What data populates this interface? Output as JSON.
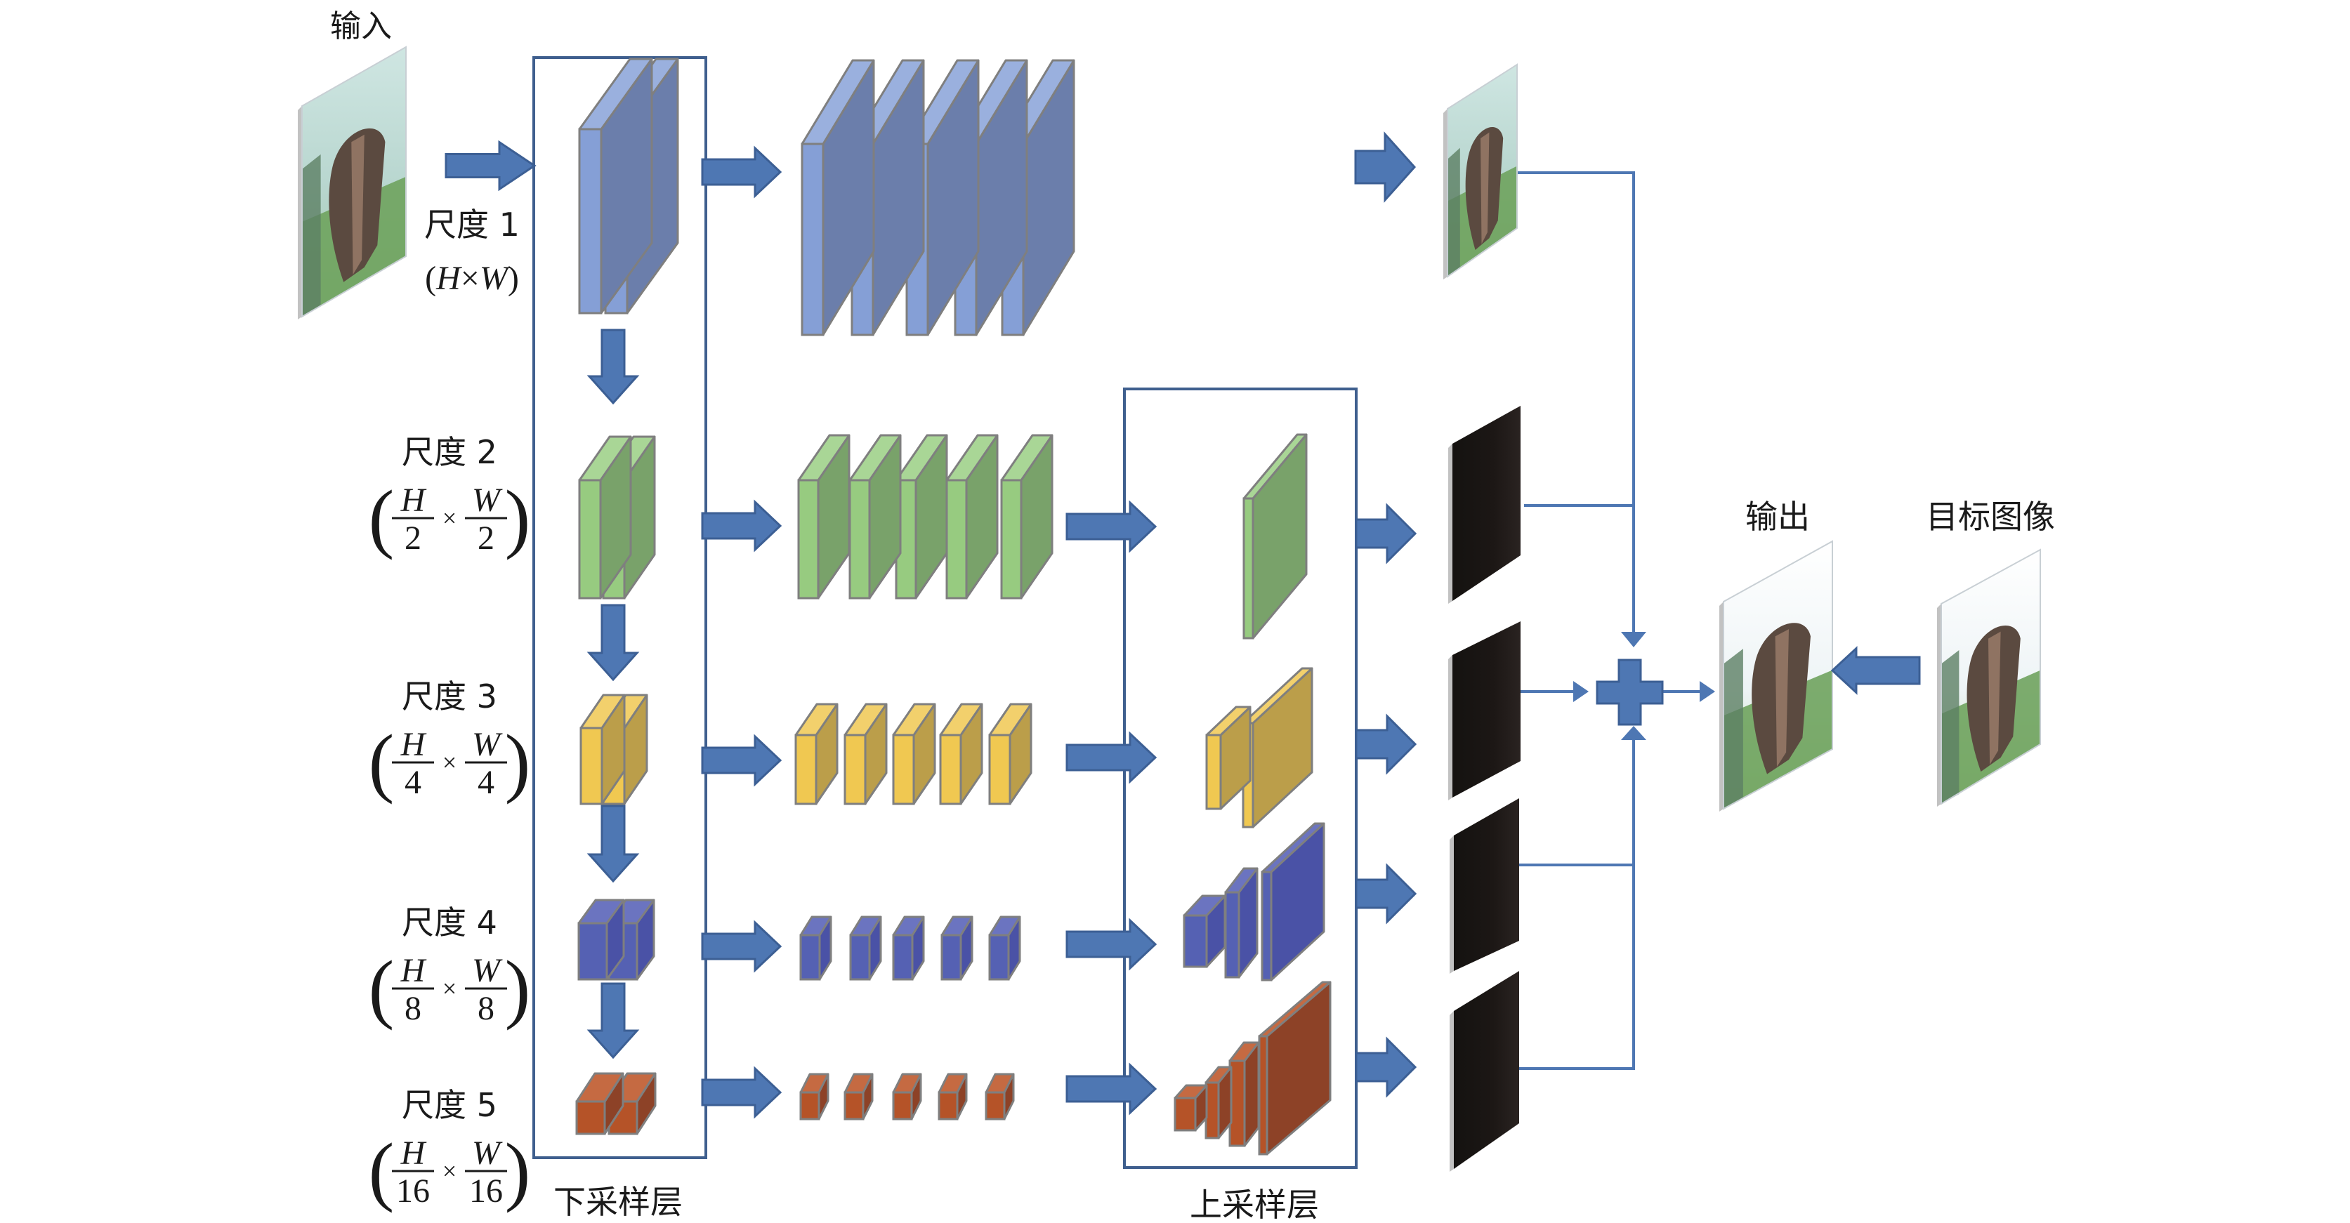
{
  "title": "多尺度上下采样网络结构示意图",
  "labels": {
    "input": "输入",
    "output": "输出",
    "target": "目标图像",
    "downsample_layer": "下采样层",
    "upsample_layer": "上采样层"
  },
  "scales": [
    {
      "name": "尺度 1",
      "size_text": "(H×W)",
      "h_div": "",
      "w_div": "",
      "color": "blue-light"
    },
    {
      "name": "尺度 2",
      "size_text": "(H/2 × W/2)",
      "h_div": "2",
      "w_div": "2",
      "color": "green"
    },
    {
      "name": "尺度 3",
      "size_text": "(H/4 × W/4)",
      "h_div": "4",
      "w_div": "4",
      "color": "yellow"
    },
    {
      "name": "尺度 4",
      "size_text": "(H/8 × W/8)",
      "h_div": "8",
      "w_div": "8",
      "color": "indigo"
    },
    {
      "name": "尺度 5",
      "size_text": "(H/16 × W/16)",
      "h_div": "16",
      "w_div": "16",
      "color": "orange"
    }
  ],
  "symbols": {
    "H": "H",
    "W": "W",
    "times": "×",
    "lparen": "(",
    "rparen": ")"
  },
  "conv_blocks_per_scale": 5,
  "upsample_blocks_per_scale": [
    0,
    1,
    2,
    3,
    4
  ],
  "palette": {
    "arrow": "#4e77b3",
    "arrow_stroke": "#3c5f94",
    "line": "#4e77b3",
    "box_border": "#3f5f8e",
    "edge": "#7f7f7f",
    "blue-light": {
      "front": "#859fd6",
      "top": "#9ab0de",
      "side": "#6b7eab"
    },
    "green": {
      "front": "#97cb80",
      "top": "#a9d696",
      "side": "#79a26a"
    },
    "yellow": {
      "front": "#f0c851",
      "top": "#f2d06c",
      "side": "#bb9e4a"
    },
    "indigo": {
      "front": "#5561b3",
      "top": "#6b74c0",
      "side": "#4a52a6"
    },
    "orange": {
      "front": "#b55328",
      "top": "#c56a42",
      "side": "#8d4227"
    },
    "dark_map": "#171412"
  },
  "images": {
    "input": "elephant-photo",
    "scale1_output": "elephant-photo",
    "scale_outputs_dark": [
      "dark-residual-map",
      "dark-residual-map",
      "dark-residual-map",
      "dark-residual-map"
    ],
    "output": "elephant-photo",
    "target": "elephant-photo"
  },
  "fusion": {
    "operator": "add",
    "icon": "plus-icon"
  }
}
